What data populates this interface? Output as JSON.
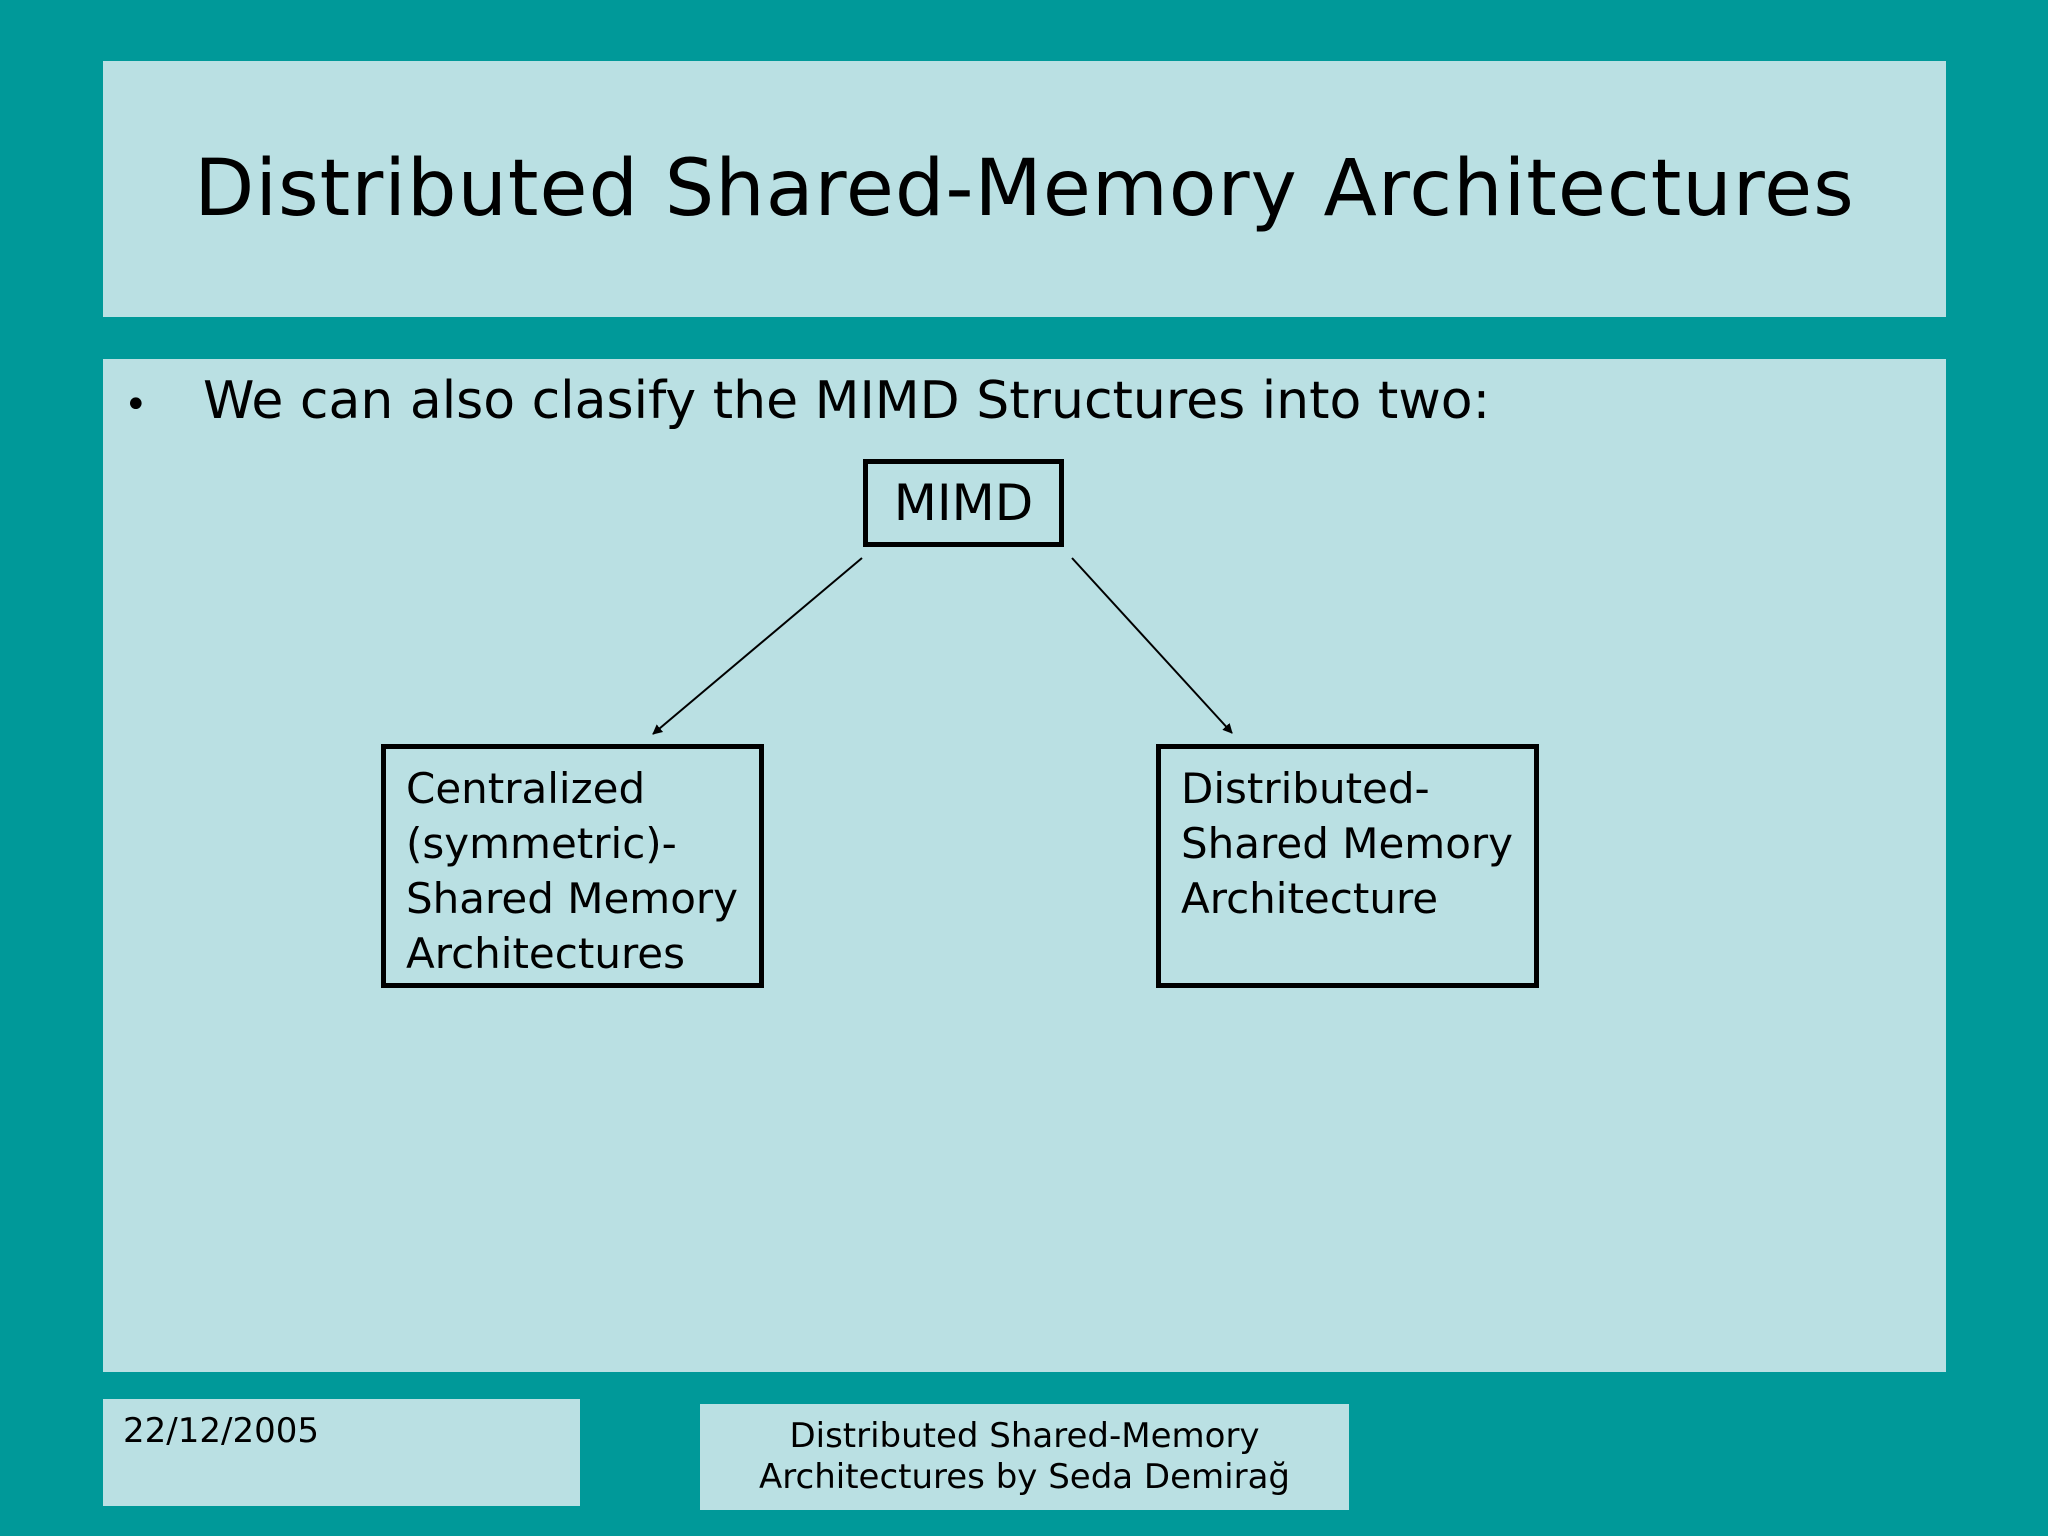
{
  "slide": {
    "title": "Distributed Shared-Memory Architectures",
    "bullet": "We can also clasify the MIMD Structures into two:"
  },
  "diagram": {
    "root": "MIMD",
    "left_child": "Centralized\n(symmetric)-\nShared Memory\nArchitectures",
    "right_child": "Distributed-\nShared Memory\nArchitecture"
  },
  "footer": {
    "date": "22/12/2005",
    "caption": "Distributed Shared-Memory\nArchitectures by Seda Demirağ"
  },
  "colors": {
    "background": "#009999",
    "panel": "#bae0e3",
    "text": "#000000"
  }
}
